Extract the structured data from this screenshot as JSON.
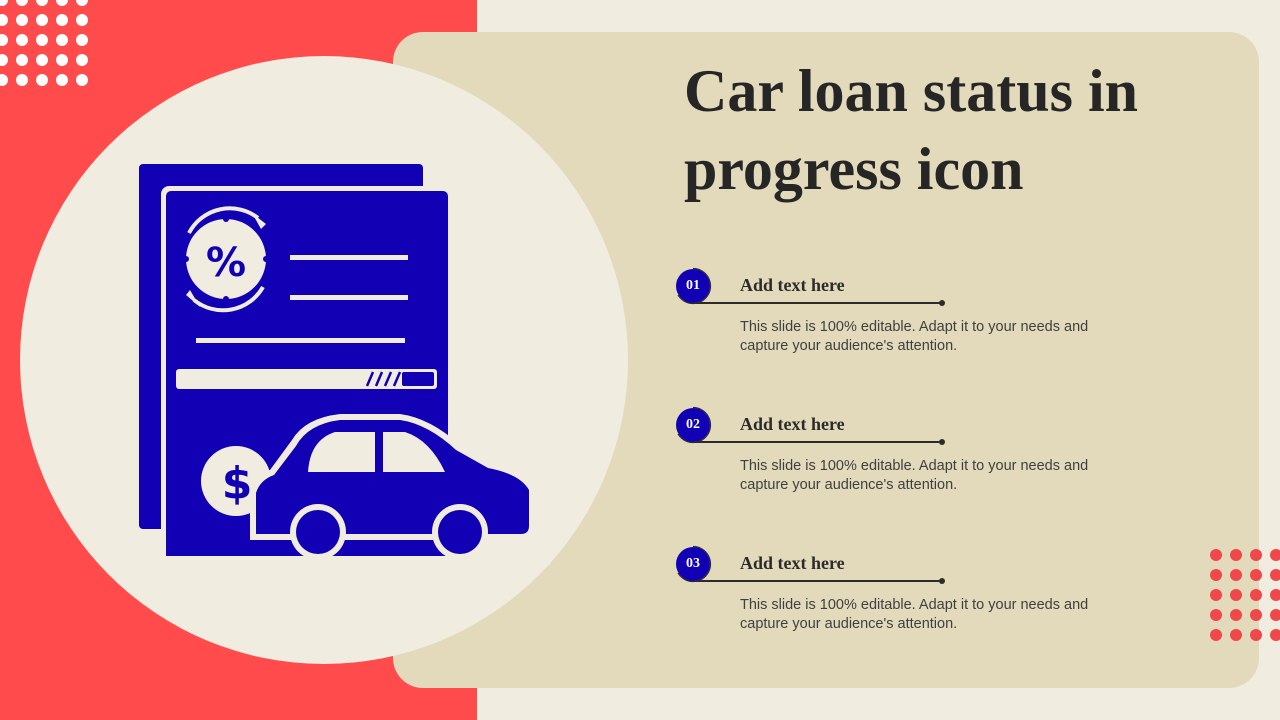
{
  "slide": {
    "title": "Car loan status in progress icon",
    "colors": {
      "background": "#F1ECE0",
      "red_panel": "#FF4B4B",
      "beige_panel": "#E3DABC",
      "accent_blue": "#1100B4",
      "text_dark": "#262626"
    }
  },
  "illustration": {
    "icons": [
      "document-icon",
      "percent-cycle-icon",
      "progress-bar-icon",
      "dollar-coin-icon",
      "car-icon"
    ],
    "percent_symbol": "%",
    "dollar_symbol": "$"
  },
  "items": [
    {
      "number": "01",
      "heading": "Add text here",
      "description": "This slide is 100% editable. Adapt it to your needs and capture your audience's attention."
    },
    {
      "number": "02",
      "heading": "Add text here",
      "description": "This slide is 100% editable. Adapt it to your needs and capture your audience's attention."
    },
    {
      "number": "03",
      "heading": "Add text here",
      "description": "This slide is 100% editable. Adapt it to your needs and capture your audience's attention."
    }
  ]
}
